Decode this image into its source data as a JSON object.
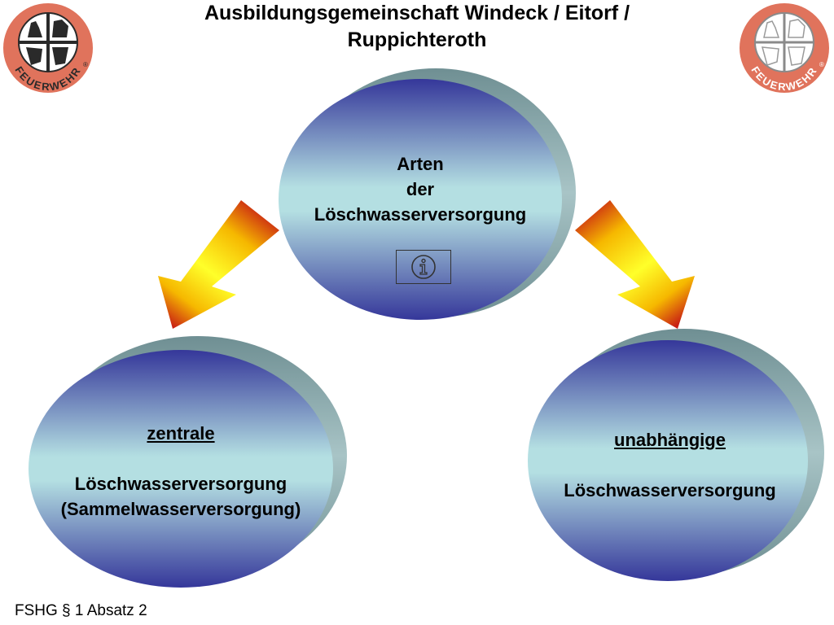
{
  "slide": {
    "title_line1": "Ausbildungsgemeinschaft Windeck / Eitorf /",
    "title_line2": "Ruppichteroth",
    "footer": "FSHG § 1 Absatz 2"
  },
  "logos": {
    "left": {
      "text": "FEUERWEHR",
      "mark": "®",
      "ring_color": "#e0735c",
      "style": "dark"
    },
    "right": {
      "text": "FEUERWEHR",
      "mark": "®",
      "ring_color": "#e0735c",
      "style": "light"
    }
  },
  "nodes": {
    "center": {
      "line1": "Arten",
      "line2": "der",
      "line3": "Löschwasserversorgung"
    },
    "left": {
      "heading": "zentrale",
      "line1": "Löschwasserversorgung",
      "line2": "(Sammelwasserversorgung)"
    },
    "right": {
      "heading": "unabhängige",
      "line1": "Löschwasserversorgung"
    }
  },
  "info_button": {
    "icon": "info-icon"
  },
  "colors": {
    "ellipse_dark": "#35379a",
    "ellipse_light": "#b4dfe2",
    "ellipse_shadow": "#8aa6a8",
    "arrow_top": "#c81e14",
    "arrow_mid": "#f6b800",
    "arrow_light": "#ffff2a"
  }
}
